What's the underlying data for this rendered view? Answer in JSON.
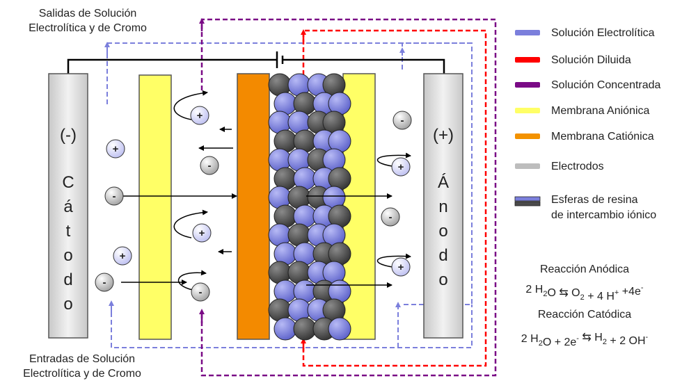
{
  "labels": {
    "outlet_line1": "Salidas de Solución",
    "outlet_line2": "Electrolítica y de Cromo",
    "inlet_line1": "Entradas de Solución",
    "inlet_line2": "Electrolítica y de Cromo",
    "cathode_sign": "(-)",
    "cathode_letters": [
      "C",
      "á",
      "t",
      "o",
      "d",
      "o"
    ],
    "anode_sign": "(+)",
    "anode_letters": [
      "Á",
      "n",
      "o",
      "d",
      "o"
    ]
  },
  "legend": [
    {
      "label": "Solución Electrolítica",
      "color": "#7b7fdc"
    },
    {
      "label": "Solución Diluida",
      "color": "#ff0000"
    },
    {
      "label": "Solución Concentrada",
      "color": "#7a0a86"
    },
    {
      "label": "Membrana Aniónica",
      "color": "#ffff66"
    },
    {
      "label": "Membrana Catiónica",
      "color": "#f39200"
    },
    {
      "label": "Electrodos",
      "color": "#bdbdbd"
    },
    {
      "label_line1": "Esferas de resina",
      "label_line2": "de intercambio iónico",
      "color_top": "#7b7fdc",
      "color_bottom": "#4a4a4a"
    }
  ],
  "reactions": {
    "anodic_title": "Reacción Anódica",
    "anodic_eq": {
      "pre": "2 H",
      "sub1": "2",
      "mid1": "O ⇆  O",
      "sub2": "2",
      "mid2": " + 4 H",
      "sup1": "+",
      "mid3": " +4e",
      "sup2": "-"
    },
    "cathodic_title": "Reacción Catódica",
    "cathodic_eq": {
      "pre": "2 H",
      "sub1": "2",
      "mid1": "O + 2e",
      "sup1": "-",
      "mid2": " ⇆  H",
      "sub2": "2",
      "mid3": " + 2 OH",
      "sup2": "-"
    }
  },
  "ions": {
    "plus": "+",
    "minus": "-"
  },
  "colors": {
    "electrolyte": "#7b7fdc",
    "dilute": "#ff0000",
    "concentrate": "#7a0a86",
    "anion_membrane": "#ffff66",
    "cation_membrane": "#f39200",
    "electrode": "#d9d9d9",
    "resin_blue": "#7b7fdc",
    "resin_dark": "#4a4a4a"
  }
}
